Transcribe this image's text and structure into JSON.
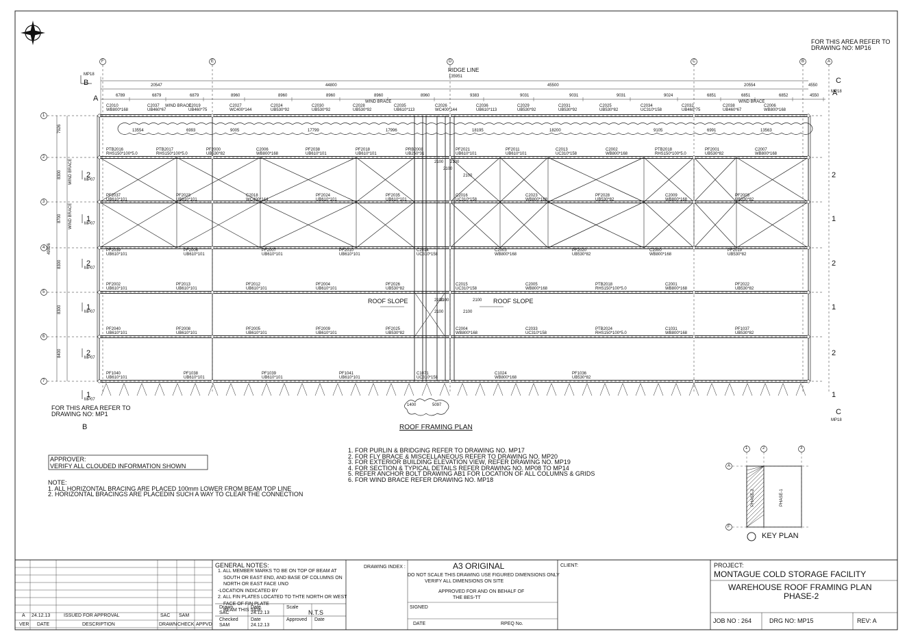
{
  "north_arrow": "north-arrow-icon",
  "refs": {
    "top_right": [
      "FOR THIS AREA REFER TO",
      "DRAWING NO: MP16"
    ],
    "bottom_left": [
      "FOR THIS AREA REFER TO",
      "DRAWING NO: MP1"
    ]
  },
  "ridge": {
    "label": "RIDGE LINE",
    "total": "135951"
  },
  "grid_cols": [
    "F",
    "E",
    "D",
    "C",
    "B",
    "A"
  ],
  "grid_rows": [
    "1",
    "2",
    "3",
    "4",
    "5",
    "6",
    "7"
  ],
  "dims_top1": [
    "20547",
    "44800",
    "45500",
    "20554",
    "4550"
  ],
  "dims_top2": [
    "6789",
    "6879",
    "6879",
    "8960",
    "8960",
    "8960",
    "8960",
    "8960",
    "9383",
    "9031",
    "9031",
    "9031",
    "9024",
    "6851",
    "6851",
    "6852",
    "4550"
  ],
  "dims_left": [
    "7926",
    "8300",
    "8700",
    "8300",
    "8300",
    "8400"
  ],
  "dim_total_left": "49926",
  "cloud_dims": [
    "13554",
    "6993",
    "9005",
    "17799",
    "17996",
    "18195",
    "18200",
    "9105",
    "6991",
    "13563"
  ],
  "bottom_cloud_dims": [
    "1400",
    "5097"
  ],
  "section_marks": {
    "mp18": "MP18",
    "mp07": "MP07",
    "b": "B",
    "a": "A",
    "c": "C",
    "one": "1",
    "two": "2"
  },
  "wind_brace": "WIND BRACE",
  "roof_slope": "ROOF SLOPE",
  "spacing_2100": "2100",
  "member_labels": [
    "C2010",
    "WB800*168",
    "C2037",
    "UB460*67",
    "C2019",
    "UB460*75",
    "C2027",
    "WC400*144",
    "C2024",
    "UB530*92",
    "C2030",
    "UB530*92",
    "C2028",
    "UB530*92",
    "C2035",
    "UB610*113",
    "C2026",
    "WC400*144",
    "C2036",
    "UB610*113",
    "C2029",
    "UB530*92",
    "C2031",
    "UB530*92",
    "C2025",
    "UB530*82",
    "C2034",
    "UC310*158",
    "C2032",
    "UB460*75",
    "C2038",
    "UB460*67",
    "C2006",
    "WB800*168",
    "PTB2016",
    "RHS150*100*5.0",
    "PTB2017",
    "RHS150*100*5.0",
    "PF2000",
    "UB530*82",
    "C2006",
    "WB800*168",
    "PF2038",
    "UB610*101",
    "PF2018",
    "UB610*101",
    "PRB2008",
    "UB250*31",
    "PF2021",
    "UB610*101",
    "PF2011",
    "UB610*101",
    "C2013",
    "UC310*158",
    "C2002",
    "WB800*168",
    "PTB2018",
    "RHS150*100*5.0",
    "PF2001",
    "UB530*82",
    "C2007",
    "WB800*168",
    "PF2037",
    "UB610*101",
    "PF2023",
    "UB610*101",
    "C2018",
    "WC400*144",
    "PF2024",
    "UB610*101",
    "PF2035",
    "UB610*101",
    "C2016",
    "UC310*158",
    "C2023",
    "WB800*168",
    "PF2028",
    "UB530*82",
    "C2009",
    "WB800*168",
    "PF2003",
    "UB530*82",
    "PF2039",
    "UB610*101",
    "PF2006",
    "UB610*101",
    "PF2007",
    "UB610*101",
    "PF2010",
    "UB610*101",
    "C2014",
    "UC310*158",
    "C2003",
    "WB800*168",
    "PF2020",
    "UB530*82",
    "C2000",
    "WB800*168",
    "PF2019",
    "UB530*82",
    "PF2002",
    "UB610*101",
    "PF2013",
    "UB610*101",
    "PF2012",
    "UB610*101",
    "PF2004",
    "UB610*101",
    "PF2026",
    "UB530*82",
    "C2015",
    "UC310*158",
    "C2005",
    "WB800*168",
    "PTB2018",
    "RHS150*100*5.0",
    "C2001",
    "WB800*168",
    "PF2022",
    "UB530*82",
    "PF2040",
    "UB610*101",
    "PF2008",
    "UB610*101",
    "PF2005",
    "UB610*101",
    "PF2009",
    "UB610*101",
    "PF2025",
    "UB530*82",
    "C2004",
    "WB800*168",
    "C2033",
    "UC310*158",
    "PTB2024",
    "RHS150*100*5.0",
    "C1031",
    "WB800*168",
    "PF1037",
    "UB530*82",
    "PF1040",
    "UB610*101",
    "PF1038",
    "UB610*101",
    "PF1039",
    "UB610*101",
    "PF1041",
    "UB610*101",
    "C1071",
    "UC310*158",
    "C1024",
    "WB800*168",
    "PF1036",
    "UB530*82"
  ],
  "plan_title": "ROOF FRAMING PLAN",
  "approver": [
    "APPROVER:",
    "VERIFY ALL CLOUDED INFORMATION SHOWN"
  ],
  "notes_head": "NOTE:",
  "notes": [
    "1. ALL HORIZONTAL BRACING ARE PLACED 100mm LOWER FROM BEAM TOP LINE",
    "2. HORIZONTAL BRACINGS ARE PLACEDIN SUCH A WAY TO CLEAR THE CONNECTION"
  ],
  "refs_list": [
    "1. FOR PURLIN & BRIDGING REFER TO DRAWING NO. MP17",
    "2. FOR FLY BRACE & MISCELLANEOUS REFER TO DRAWING NO. MP20",
    "3. FOR EXTERIOR BUILDING ELEVATION VIEW, REFER DRAWING NO. MP19",
    "4. FOR SECTION & TYPICAL DETAILS REFER DRAWING NO. MP08 TO MP14",
    "5. REFER ANCHOR BOLT DRAWING AB1 FOR LOCATION OF ALL COLUMNS & GRIDS",
    "6. FOR WIND BRACE REFER DRAWING NO. MP18"
  ],
  "key_plan": {
    "title": "KEY PLAN",
    "cols": [
      "1",
      "2",
      "3"
    ],
    "rows": [
      "A",
      "F"
    ],
    "phase2": "PHASE-2",
    "phase1": "PHASE-1"
  },
  "revision": {
    "ver": "A",
    "date": "24.12.13",
    "description": "ISSUED FOR APPROVAL",
    "drawn": "SAC",
    "check": "SAM",
    "head": {
      "ver": "VER",
      "date": "DATE",
      "description": "DESCRIPTION",
      "drawn": "DRAWN",
      "check": "CHECK",
      "appvd": "APPVD"
    }
  },
  "general_notes": {
    "title": "GENERAL NOTES:",
    "lines": [
      "1. ALL MEMBER MARKS TO BE ON TOP OF BEAM AT",
      "SOUTH OR EAST END, AND BASE OF COLUMNS ON",
      "NORTH OR EAST FACE UNO",
      "-LOCATION INDICATED BY",
      "2. ALL FIN PLATES LOCATED TO THTE NORTH OR WEST",
      "FACE OF FIN PLATE",
      "BEAM THIS SIDE"
    ]
  },
  "signoff": {
    "drawn_label": "Drawn",
    "drawn": "SAC",
    "date_label": "Date",
    "date": "24.12.13",
    "scale_label": "Scale",
    "scale": "N.T.S",
    "checked_label": "Checked",
    "checked": "SAM",
    "date2": "24.12.13",
    "approved_label": "Approved",
    "date3_label": "Date"
  },
  "drawing_index": {
    "label": "DRAWING INDEX :",
    "a3": "A3 ORIGINAL",
    "scale_note": [
      "DO NOT SCALE THIS DRAWING USE FIGURED DIMENSIONS ONLY",
      "VERIFY ALL DIMENSIONS ON SITE"
    ],
    "approved": [
      "APPROVED FOR AND ON BEHALF OF",
      "THE BES-TT"
    ],
    "signed": "SIGNED",
    "date": "DATE",
    "rpeq": "RPEQ No."
  },
  "client": "CLIENT:",
  "project": {
    "label": "PROJECT:",
    "name": "MONTAGUE COLD STORAGE FACILITY",
    "title1": "WAREHOUSE ROOF FRAMING PLAN",
    "title2": "PHASE-2",
    "job": "JOB NO : 264",
    "drg": "DRG NO:  MP15",
    "rev": "REV:  A"
  }
}
